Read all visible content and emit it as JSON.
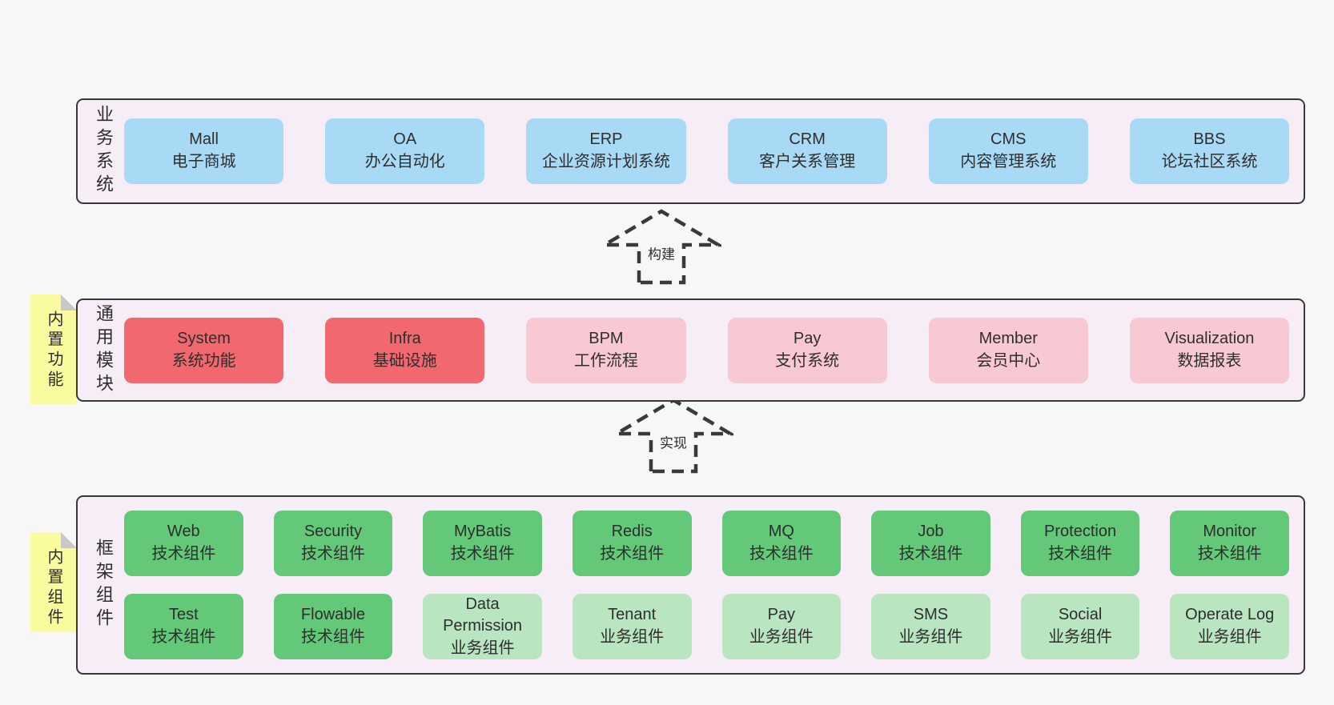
{
  "diagram": {
    "colors": {
      "page_bg": "#f7f7f7",
      "panel": "#f7edf6",
      "border": "#383838",
      "blue": "#a8daf5",
      "red": "#f1686e",
      "pink": "#f9c9d3",
      "green": "#63c878",
      "lightgreen": "#b9e5c1",
      "sticky": "#fafa9e",
      "fold": "#c8c8c8"
    },
    "layers": [
      {
        "id": "business-systems",
        "label": "业务系统",
        "sticky": null,
        "rows": [
          [
            {
              "name": "Mall",
              "subtitle": "电子商城",
              "variant": "blue"
            },
            {
              "name": "OA",
              "subtitle": "办公自动化",
              "variant": "blue"
            },
            {
              "name": "ERP",
              "subtitle": "企业资源计划系统",
              "variant": "blue"
            },
            {
              "name": "CRM",
              "subtitle": "客户关系管理",
              "variant": "blue"
            },
            {
              "name": "CMS",
              "subtitle": "内容管理系统",
              "variant": "blue"
            },
            {
              "name": "BBS",
              "subtitle": "论坛社区系统",
              "variant": "blue"
            }
          ]
        ]
      },
      {
        "id": "common-modules",
        "label": "通用模块",
        "sticky": "内置功能",
        "rows": [
          [
            {
              "name": "System",
              "subtitle": "系统功能",
              "variant": "red"
            },
            {
              "name": "Infra",
              "subtitle": "基础设施",
              "variant": "red"
            },
            {
              "name": "BPM",
              "subtitle": "工作流程",
              "variant": "pink"
            },
            {
              "name": "Pay",
              "subtitle": "支付系统",
              "variant": "pink"
            },
            {
              "name": "Member",
              "subtitle": "会员中心",
              "variant": "pink"
            },
            {
              "name": "Visualization",
              "subtitle": "数据报表",
              "variant": "pink"
            }
          ]
        ]
      },
      {
        "id": "framework-components",
        "label": "框架组件",
        "sticky": "内置组件",
        "rows": [
          [
            {
              "name": "Web",
              "subtitle": "技术组件",
              "variant": "green"
            },
            {
              "name": "Security",
              "subtitle": "技术组件",
              "variant": "green"
            },
            {
              "name": "MyBatis",
              "subtitle": "技术组件",
              "variant": "green"
            },
            {
              "name": "Redis",
              "subtitle": "技术组件",
              "variant": "green"
            },
            {
              "name": "MQ",
              "subtitle": "技术组件",
              "variant": "green"
            },
            {
              "name": "Job",
              "subtitle": "技术组件",
              "variant": "green"
            },
            {
              "name": "Protection",
              "subtitle": "技术组件",
              "variant": "green"
            },
            {
              "name": "Monitor",
              "subtitle": "技术组件",
              "variant": "green"
            }
          ],
          [
            {
              "name": "Test",
              "subtitle": "技术组件",
              "variant": "green"
            },
            {
              "name": "Flowable",
              "subtitle": "技术组件",
              "variant": "green"
            },
            {
              "name": "Data Permission",
              "subtitle": "业务组件",
              "variant": "lightgreen"
            },
            {
              "name": "Tenant",
              "subtitle": "业务组件",
              "variant": "lightgreen"
            },
            {
              "name": "Pay",
              "subtitle": "业务组件",
              "variant": "lightgreen"
            },
            {
              "name": "SMS",
              "subtitle": "业务组件",
              "variant": "lightgreen"
            },
            {
              "name": "Social",
              "subtitle": "业务组件",
              "variant": "lightgreen"
            },
            {
              "name": "Operate Log",
              "subtitle": "业务组件",
              "variant": "lightgreen"
            }
          ]
        ]
      }
    ],
    "arrows": [
      {
        "label": "构建"
      },
      {
        "label": "实现"
      }
    ]
  }
}
